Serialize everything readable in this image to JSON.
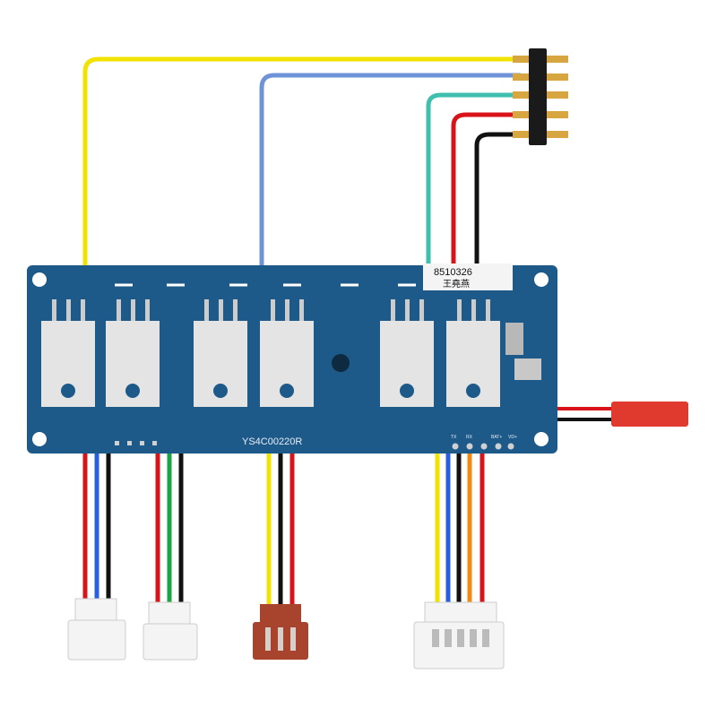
{
  "sticker": {
    "code": "8510326",
    "name": "王堯燕"
  },
  "board": {
    "part_number": "YS4C00220R",
    "pin_labels": [
      "TX",
      "RX",
      "BAT+",
      "VD+"
    ]
  },
  "colors": {
    "pcb": "#1d5a8a",
    "wire_yellow": "#f2e200",
    "wire_blue": "#6f93d8",
    "wire_teal": "#3fbfae",
    "wire_red": "#d8141a",
    "wire_black": "#111111",
    "wire_green": "#1aa640",
    "wire_orange": "#f08a14",
    "connector_white": "#f4f4f4",
    "connector_brown": "#a8442e",
    "connector_red": "#e03a2e"
  }
}
